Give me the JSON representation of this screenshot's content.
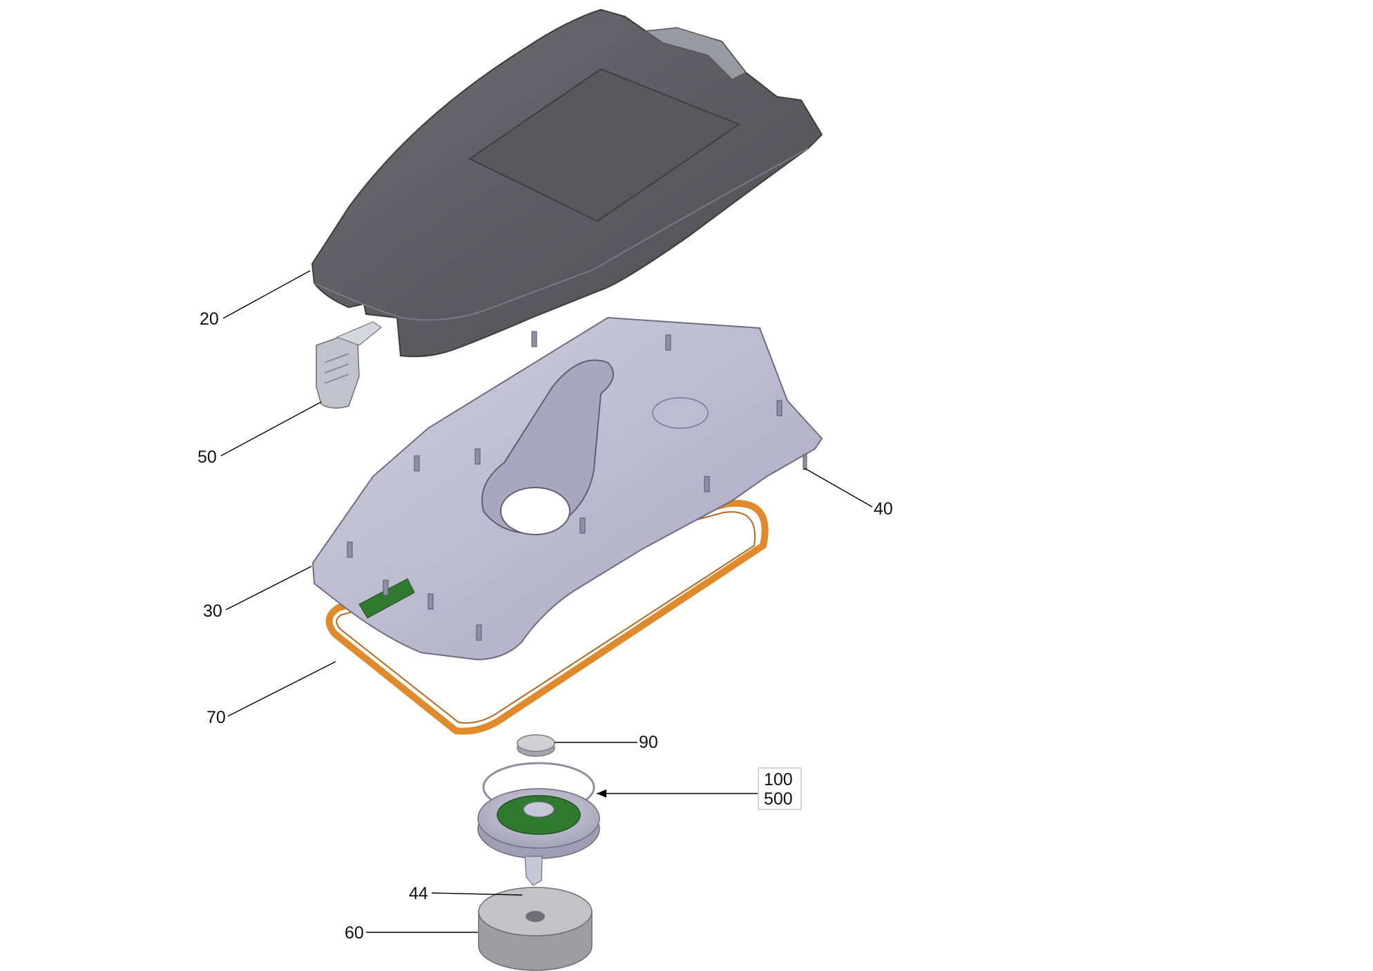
{
  "title": "",
  "labels": {
    "cover": "20",
    "clip": "50",
    "base_plate": "30",
    "screw": "40",
    "gasket": "70",
    "disc": "90",
    "assembly_a": "100",
    "assembly_b": "500",
    "washer": "44",
    "foot": "60"
  },
  "colors": {
    "cover": "#5b5b60",
    "plate": "#b9b8cf",
    "gasket": "#e08a2c",
    "pcb": "#2f7a2e",
    "grey_part": "#b4b4b8"
  }
}
